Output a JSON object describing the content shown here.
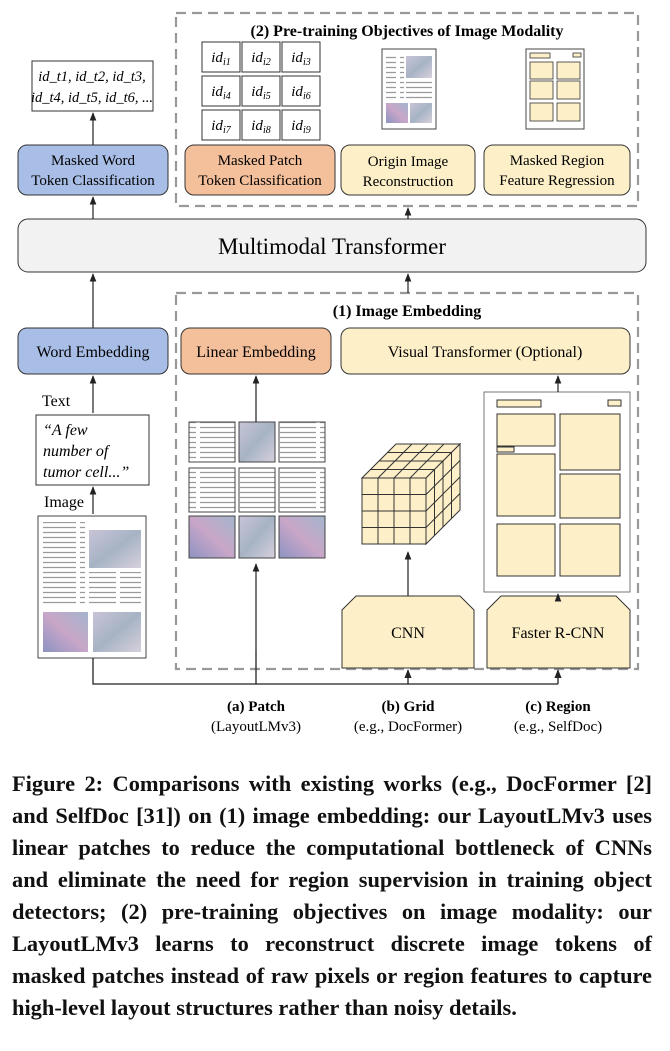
{
  "figure": {
    "section_pretraining_title": "(2) Pre-training Objectives of Image Modality",
    "section_embedding_title": "(1) Image Embedding",
    "text_token_ids": [
      "id_t1, id_t2, id_t3,",
      "id_t4, id_t5, id_t6, ..."
    ],
    "patch_token_ids": [
      "i1",
      "i2",
      "i3",
      "i4",
      "i5",
      "i6",
      "i7",
      "i8",
      "i9"
    ],
    "masked_word_token_classification": [
      "Masked Word",
      "Token Classification"
    ],
    "masked_patch_token_classification": [
      "Masked Patch",
      "Token Classification"
    ],
    "origin_image_reconstruction": [
      "Origin Image",
      "Reconstruction"
    ],
    "masked_region_feature_regression": [
      "Masked Region",
      "Feature Regression"
    ],
    "multimodal_transformer": "Multimodal Transformer",
    "word_embedding": "Word Embedding",
    "linear_embedding": "Linear Embedding",
    "visual_transformer": "Visual Transformer (Optional)",
    "text_label": "Text",
    "text_sample": [
      "“A few",
      "number of",
      "tumor cell...”"
    ],
    "image_label": "Image",
    "cnn": "CNN",
    "faster_rcnn": "Faster R-CNN",
    "patch_label": "(a) Patch",
    "patch_sub": "(LayoutLMv3)",
    "grid_label": "(b) Grid",
    "grid_sub": "(e.g., DocFormer)",
    "region_label": "(c) Region",
    "region_sub": "(e.g., SelfDoc)",
    "colors": {
      "blue_box": "#a9bee6",
      "orange_box": "#f4bf9b",
      "cream_box": "#fdf0c8",
      "gray_box": "#f2f2f2",
      "dashed_border": "#999999"
    }
  },
  "caption": "Figure 2: Comparisons with existing works (e.g., DocFormer [2] and SelfDoc [31]) on (1) image embedding: our LayoutLMv3 uses linear patches to reduce the computational bottleneck of CNNs and eliminate the need for region supervision in training object detectors; (2) pre-training objectives on image modality: our LayoutLMv3 learns to reconstruct discrete image tokens of masked patches instead of raw pixels or region features to capture high-level layout structures rather than noisy details."
}
